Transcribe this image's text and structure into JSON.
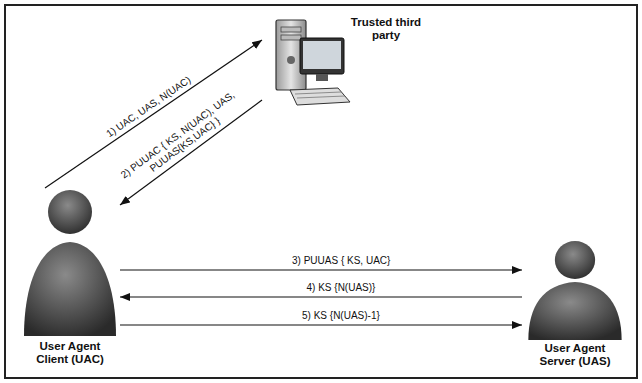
{
  "diagram": {
    "nodes": [
      {
        "text": [
          "Trusted third party"
        ]
      },
      {
        "text": [
          "User Agent Client (UAC)"
        ]
      },
      {
        "text": [
          "User Agent Server (UAS)"
        ]
      }
    ],
    "edges": [
      {
        "from": 1,
        "to": 0,
        "arrow": "to",
        "label": "1) UAC, UAS, N(UAC)"
      },
      {
        "from": 0,
        "to": 1,
        "arrow": "to",
        "label": "2) PUUAC { KS, N(UAC), UAS, PUUAS{KS,UAC} }"
      },
      {
        "from": 1,
        "to": 2,
        "arrow": "to",
        "label": "3) PUUAS { KS, UAC}"
      },
      {
        "from": 2,
        "to": 1,
        "arrow": "to",
        "label": "4) KS {N(UAS)}"
      },
      {
        "from": 1,
        "to": 2,
        "arrow": "to",
        "label": "5) KS {N(UAS)-1}"
      }
    ]
  }
}
